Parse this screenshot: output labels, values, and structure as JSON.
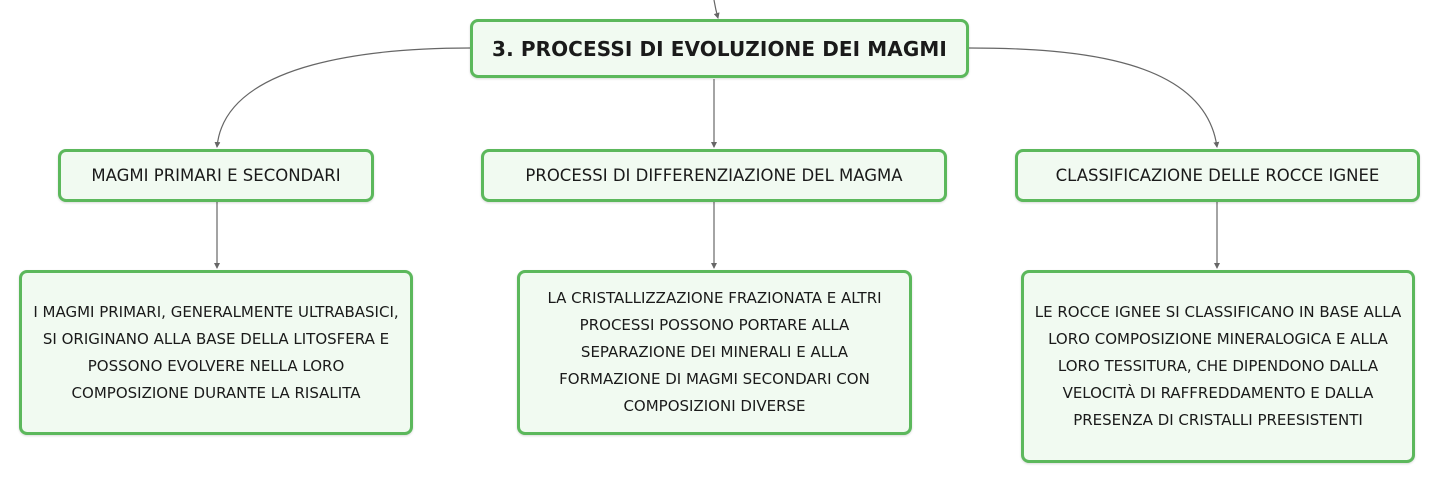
{
  "root": {
    "title": "3. PROCESSI DI EVOLUZIONE DEI MAGMI"
  },
  "branches": [
    {
      "label": "MAGMI PRIMARI E SECONDARI",
      "detail": "I MAGMI PRIMARI, GENERALMENTE ULTRABASICI, SI ORIGINANO ALLA BASE DELLA LITOSFERA E POSSONO EVOLVERE NELLA LORO COMPOSIZIONE DURANTE LA RISALITA"
    },
    {
      "label": "PROCESSI DI DIFFERENZIAZIONE DEL MAGMA",
      "detail": "LA CRISTALLIZZAZIONE FRAZIONATA E ALTRI PROCESSI POSSONO PORTARE ALLA SEPARAZIONE DEI MINERALI E ALLA FORMAZIONE DI MAGMI SECONDARI CON COMPOSIZIONI DIVERSE"
    },
    {
      "label": "CLASSIFICAZIONE DELLE ROCCE IGNEE",
      "detail": "LE ROCCE IGNEE SI CLASSIFICANO IN BASE ALLA LORO COMPOSIZIONE MINERALOGICA E ALLA LORO TESSITURA, CHE DIPENDONO DALLA VELOCITÀ DI RAFFREDDAMENTO E DALLA PRESENZA DI CRISTALLI PREESISTENTI"
    }
  ],
  "colors": {
    "node_border": "#5cb85c",
    "node_fill": "#f1faf1",
    "connector": "#666666"
  }
}
